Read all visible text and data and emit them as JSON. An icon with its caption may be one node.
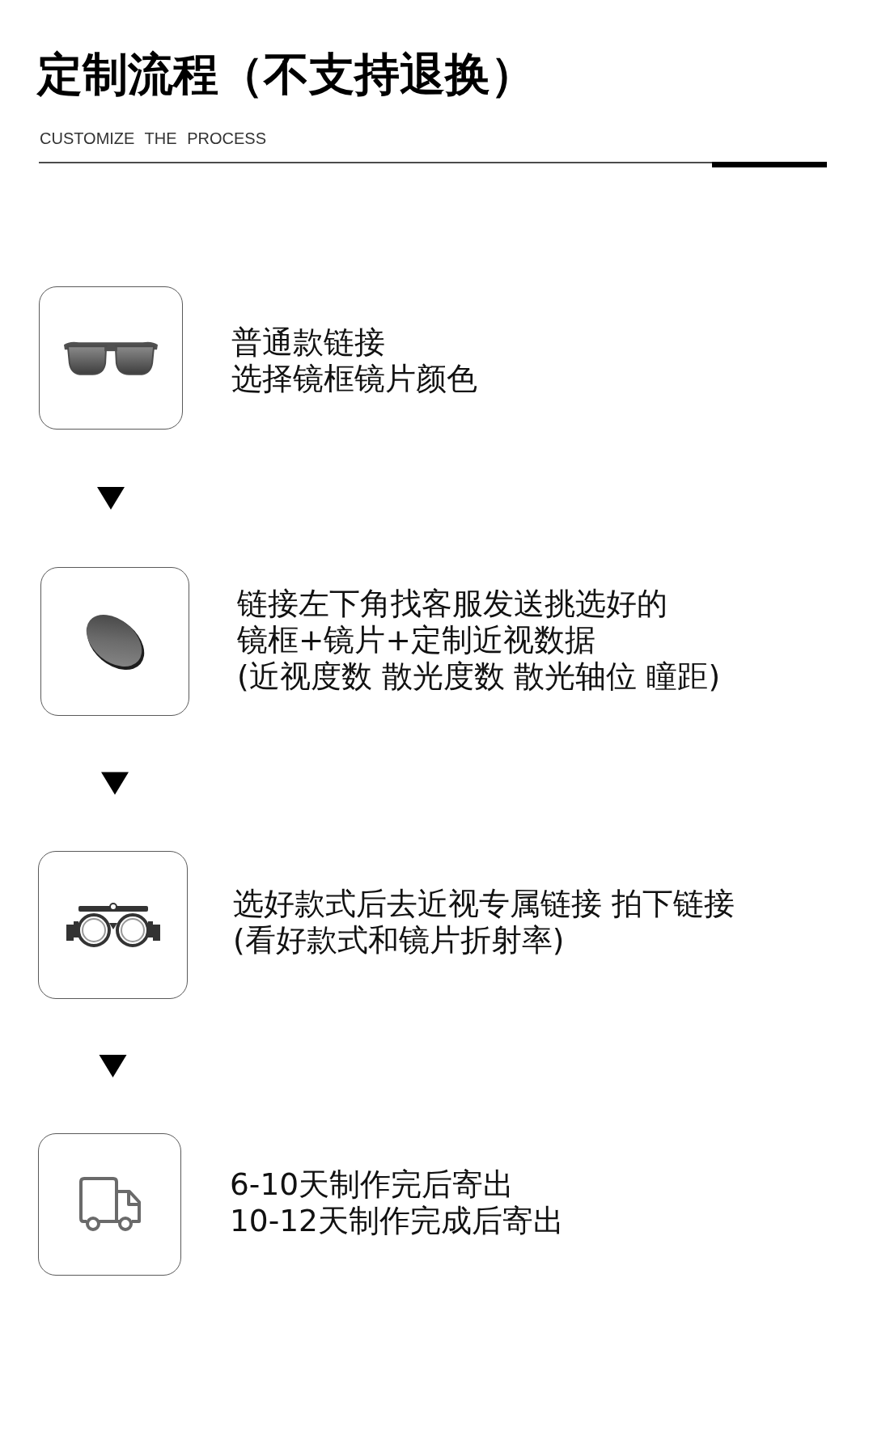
{
  "diagram": {
    "title": "定制流程（不支持退换）",
    "nodes": [
      {
        "text": [],
        "shape": "box",
        "beside": [
          "普通款链接",
          "选择镜框镜片颜色"
        ]
      },
      {
        "text": [],
        "shape": "box",
        "beside": [
          "链接左下角找客服发送挑选好的镜框+镜片+定制近视数据",
          "(近视度数 散光度数 散光轴位 瞳距)"
        ]
      },
      {
        "text": [],
        "shape": "box",
        "beside": [
          "选好款式后去近视专属链接 拍下链接",
          "(看好款式和镜片折射率)"
        ]
      },
      {
        "text": [],
        "shape": "box",
        "beside": [
          "6-10天制作完后寄出",
          "10-12天制作完成后寄出"
        ]
      }
    ],
    "edges": [
      {
        "from": 0,
        "to": 1,
        "arrow": "to"
      },
      {
        "from": 1,
        "to": 2,
        "arrow": "to"
      },
      {
        "from": 2,
        "to": 3,
        "arrow": "to"
      }
    ],
    "labels": [
      "CUSTOMIZE THE PROCESS"
    ]
  }
}
